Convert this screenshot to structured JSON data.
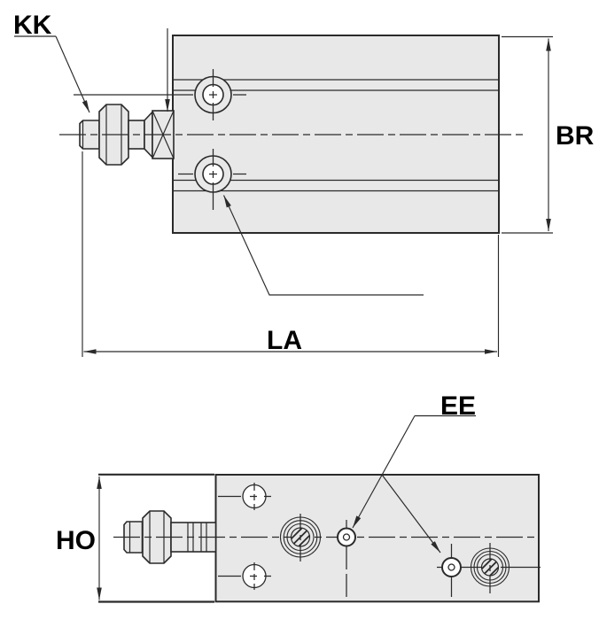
{
  "labels": {
    "kk": "KK",
    "br": "BR",
    "la": "LA",
    "ho": "HO",
    "ee": "EE"
  },
  "colors": {
    "body_fill": "#e8e8e8",
    "line": "#2a2a2a",
    "text": "#000000",
    "background": "#ffffff"
  }
}
